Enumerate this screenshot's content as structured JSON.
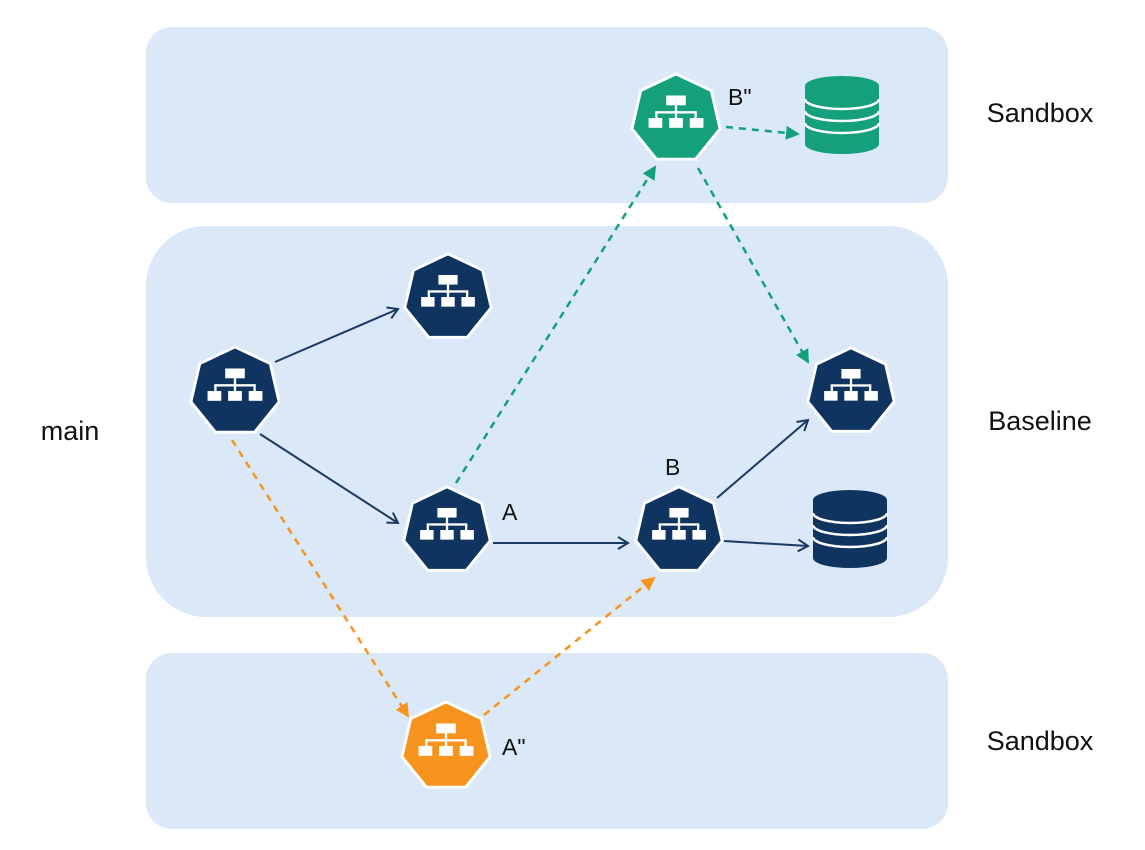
{
  "lanes": {
    "sandbox_top": "Sandbox",
    "baseline": "Baseline",
    "sandbox_bottom": "Sandbox"
  },
  "left_label": "main",
  "nodes": {
    "a_label": "A",
    "b_label": "B",
    "a_sandbox_label": "A\"",
    "b_sandbox_label": "B\""
  },
  "colors": {
    "lane_fill": "#dae8f7",
    "baseline_node": "#0f3460",
    "sandbox_green": "#14a07a",
    "sandbox_orange": "#f7941d",
    "edge_navy": "#1b3a63",
    "edge_green": "#14a07a",
    "edge_orange": "#f7941d"
  },
  "icons": {
    "service": "network-hierarchy-icon",
    "database": "database-cylinder-icon"
  }
}
